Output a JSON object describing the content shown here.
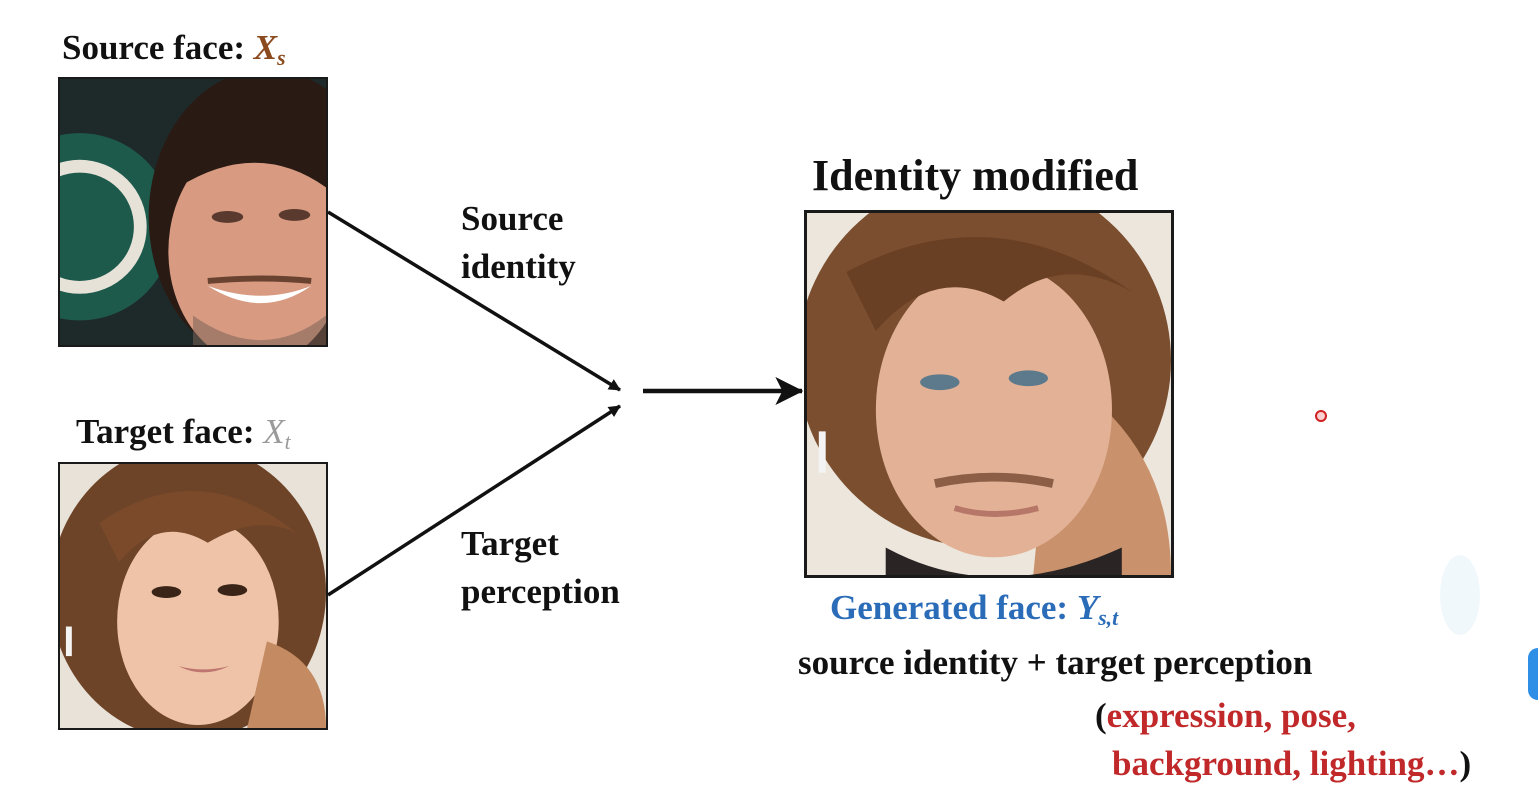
{
  "source": {
    "label_prefix": "Source face: ",
    "symbol": "X",
    "subscript": "s",
    "symbol_color": "#8b4a1e"
  },
  "target": {
    "label_prefix": "Target face: ",
    "symbol": "X",
    "subscript": "t",
    "symbol_color": "#9a9a9a"
  },
  "edges": {
    "source_line1": "Source",
    "source_line2": "identity",
    "target_line1": "Target",
    "target_line2": "perception"
  },
  "result": {
    "title": "Identity modified",
    "caption_prefix": "Generated face: ",
    "symbol": "Y",
    "subscript": "s,t",
    "caption_color": "#2b6cb8",
    "formula": "source identity + target perception",
    "detail_open": "(",
    "detail_line1": "expression, pose,",
    "detail_line2": "background, lighting…",
    "detail_close": ")",
    "detail_color": "#c0282a"
  },
  "icons": {
    "pointer": "laser-pointer-dot-icon",
    "arrow": "arrow-right-icon"
  }
}
